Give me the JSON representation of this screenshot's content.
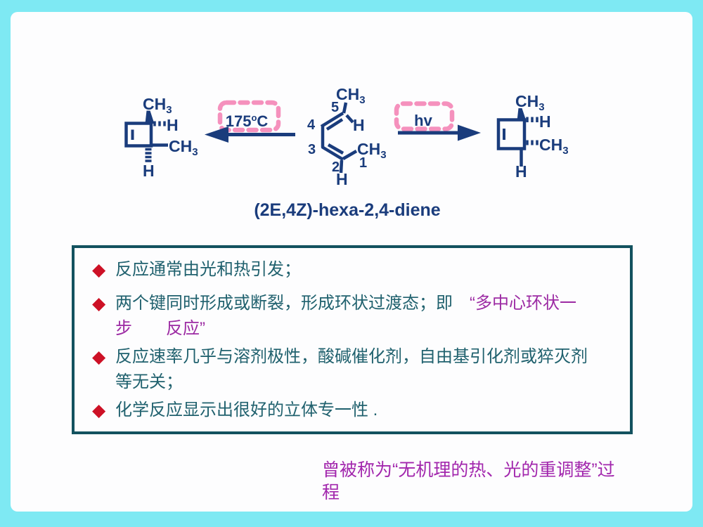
{
  "colors": {
    "background_cyan": "#7ee9f3",
    "slide_white": "#fdfdfe",
    "structure_navy": "#1a3c7c",
    "condition_pink": "#f591bd",
    "text_teal": "#20616e",
    "box_border_teal": "#13525f",
    "bullet_red": "#cd1126",
    "highlight_purple": "#9c2aa3",
    "caption_purple": "#a227ad"
  },
  "scheme": {
    "atoms": {
      "ch": "CH",
      "sub3": "3",
      "h": "H"
    },
    "thermal": {
      "value": "175",
      "sup": "o",
      "unit": "C"
    },
    "photo": "hv",
    "diene": {
      "name": "(2E,4Z)-hexa-2,4-diene",
      "numbers": [
        "1",
        "2",
        "3",
        "4",
        "5"
      ]
    }
  },
  "box": {
    "bullet_glyph": "◆",
    "items": [
      {
        "segments": [
          {
            "text": "反应通常由光和热引发；",
            "style": "teal"
          }
        ]
      },
      {
        "segments": [
          {
            "text": "两个键同时形成或断裂，形成环状过渡态；即",
            "style": "teal"
          },
          {
            "text": "　“多中心环状一\n步　　反应”",
            "style": "purple"
          }
        ]
      },
      {
        "segments": [
          {
            "text": "反应速率几乎与溶剂极性，酸碱催化剂，自由基引化剂或猝灭剂\n等无关；",
            "style": "teal"
          }
        ]
      },
      {
        "segments": [
          {
            "text": "化学反应显示出很好的立体专一性 .",
            "style": "teal"
          }
        ]
      }
    ]
  },
  "caption": {
    "text": "曾被称为“无机理的热、光的重调整”过\n程"
  }
}
